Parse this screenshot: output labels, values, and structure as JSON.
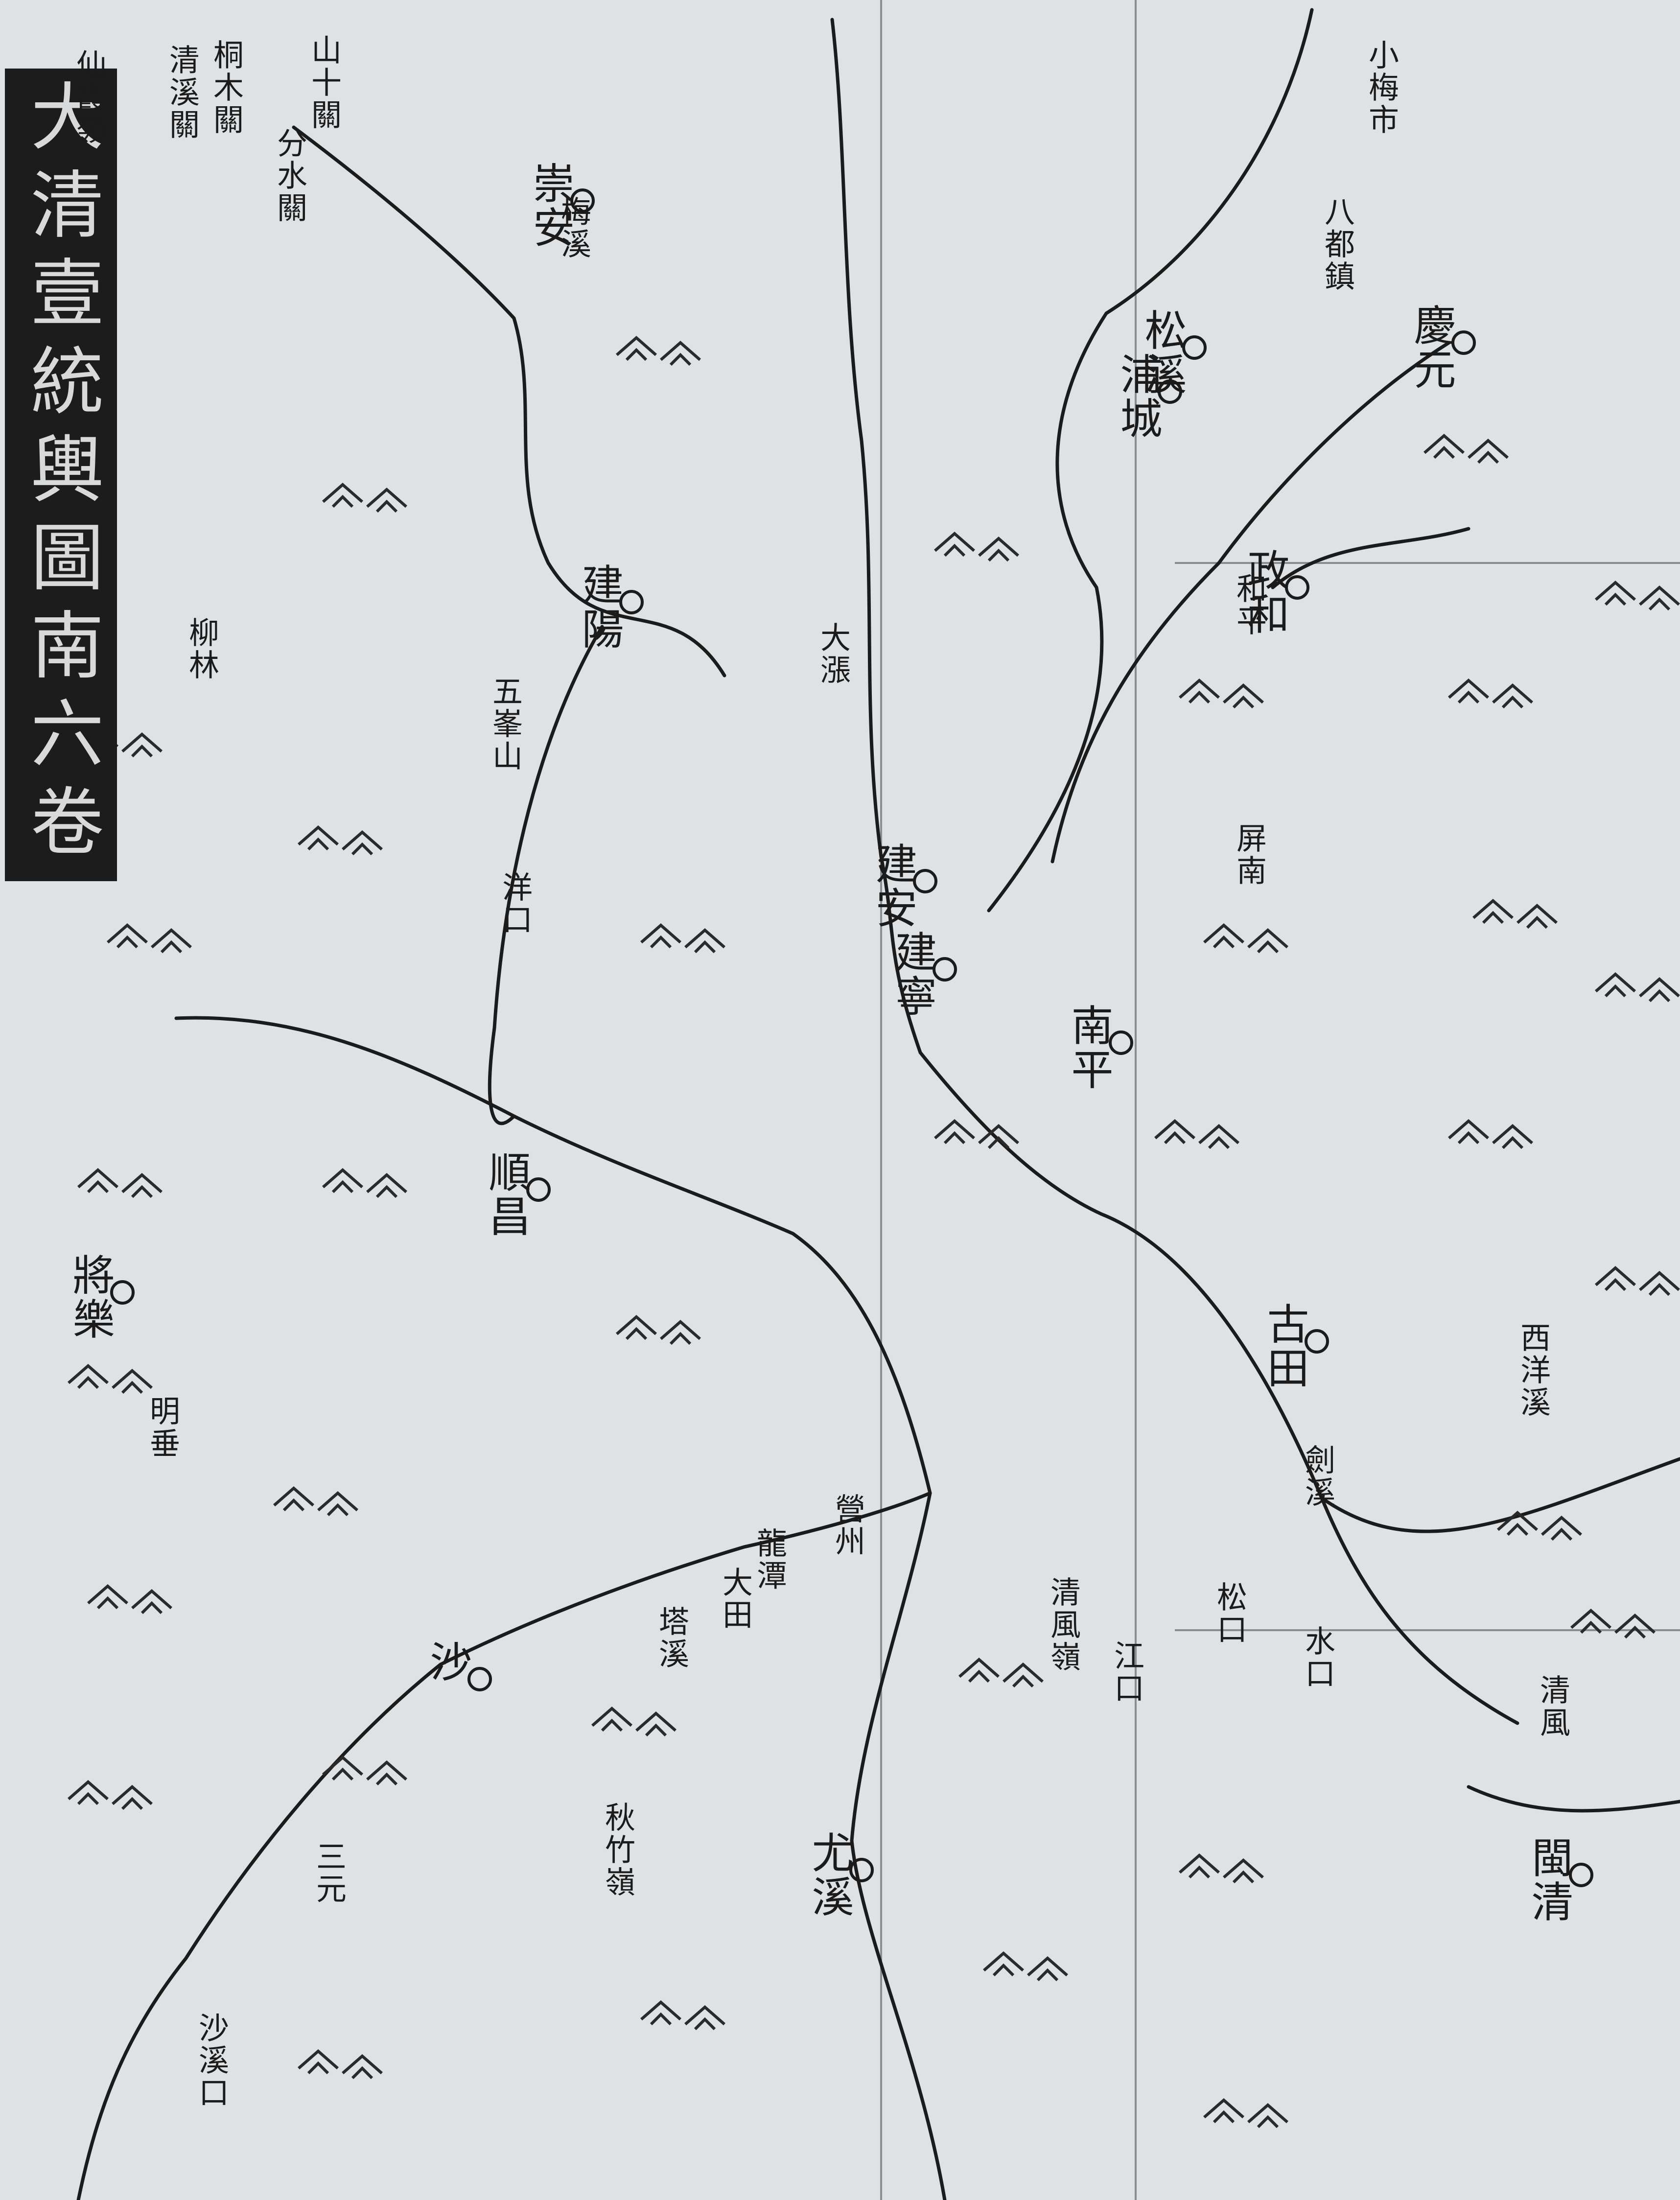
{
  "map": {
    "sheet_title": "大清壹統輿圖南六卷",
    "colors": {
      "paper": "#dfe2e4",
      "ink": "#1b1b1b",
      "river": "#1b1b1b",
      "mountain": "#2a2a2a",
      "grid": "#8a8d8f"
    },
    "places": [
      {
        "id": "xianxialing",
        "name": "仙霞嶺",
        "big": false
      },
      {
        "id": "qingxiguan",
        "name": "清溪關",
        "big": false
      },
      {
        "id": "tongmuguan",
        "name": "桐木關",
        "big": false
      },
      {
        "id": "shan-shiguan",
        "name": "山十關",
        "big": false
      },
      {
        "id": "fenshuiguan",
        "name": "分水關",
        "big": false
      },
      {
        "id": "chongan",
        "name": "崇安",
        "big": true
      },
      {
        "id": "jianyang",
        "name": "建陽",
        "big": true
      },
      {
        "id": "pucheng",
        "name": "浦城",
        "big": true
      },
      {
        "id": "zhenghe",
        "name": "政和",
        "big": true
      },
      {
        "id": "songxi",
        "name": "松溪",
        "big": true
      },
      {
        "id": "qingyuan",
        "name": "慶元",
        "big": true
      },
      {
        "id": "jianan",
        "name": "建安",
        "big": true
      },
      {
        "id": "jianning",
        "name": "建寧",
        "big": true
      },
      {
        "id": "shunchang",
        "name": "順昌",
        "big": true
      },
      {
        "id": "nanping",
        "name": "南平",
        "big": true
      },
      {
        "id": "jiangle",
        "name": "將樂",
        "big": true
      },
      {
        "id": "shaxian",
        "name": "沙",
        "big": true
      },
      {
        "id": "youxi",
        "name": "尤溪",
        "big": true
      },
      {
        "id": "gutian",
        "name": "古田",
        "big": true
      },
      {
        "id": "pingnan",
        "name": "屏南",
        "big": false
      },
      {
        "id": "minqing",
        "name": "閩清",
        "big": true
      },
      {
        "id": "datian",
        "name": "大田",
        "big": false
      },
      {
        "id": "sanyuan",
        "name": "三元",
        "big": false
      },
      {
        "id": "jiangkou",
        "name": "江口",
        "big": false
      },
      {
        "id": "songkou",
        "name": "松口",
        "big": false
      },
      {
        "id": "shuikou",
        "name": "水口",
        "big": false
      },
      {
        "id": "yangkou",
        "name": "洋口",
        "big": false
      },
      {
        "id": "meixi",
        "name": "梅溪",
        "big": false
      },
      {
        "id": "taxi",
        "name": "塔溪",
        "big": false
      },
      {
        "id": "jianxi",
        "name": "劍溪",
        "big": false
      },
      {
        "id": "xiyangxi",
        "name": "西洋溪",
        "big": false
      },
      {
        "id": "qingfengling",
        "name": "清風嶺",
        "big": false
      },
      {
        "id": "yingzhou",
        "name": "營州",
        "big": false
      },
      {
        "id": "xiaomei",
        "name": "小梅市",
        "big": false
      },
      {
        "id": "baqi",
        "name": "八都鎮",
        "big": false
      },
      {
        "id": "qiudi",
        "name": "秋竹嶺",
        "big": false
      },
      {
        "id": "liulin",
        "name": "柳林",
        "big": false
      },
      {
        "id": "wushanjiao",
        "name": "五峯山",
        "big": false
      },
      {
        "id": "daxiang",
        "name": "大漲",
        "big": false
      },
      {
        "id": "shaxikou",
        "name": "沙溪口",
        "big": false
      },
      {
        "id": "qingfeng",
        "name": "清風",
        "big": false
      },
      {
        "id": "mingjie",
        "name": "明垂",
        "big": false
      },
      {
        "id": "longtan",
        "name": "龍潭",
        "big": false
      },
      {
        "id": "heping",
        "name": "和平",
        "big": false
      }
    ]
  }
}
